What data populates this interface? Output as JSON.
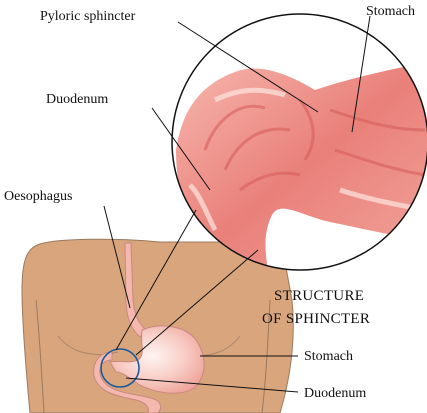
{
  "labels": {
    "pyloric_sphincter": "Pyloric sphincter",
    "stomach_zoom": "Stomach",
    "duodenum_zoom": "Duodenum",
    "oesophagus": "Oesophagus",
    "stomach_body": "Stomach",
    "duodenum_body": "Duodenum"
  },
  "caption": {
    "line1": "STRUCTURE",
    "line2": "OF SPHINCTER"
  },
  "colors": {
    "skin": "#d9a57d",
    "skin_outline": "#9a7a5e",
    "organ": "#f4b8ae",
    "organ_outline": "#c98880",
    "highlight": "#fbe7e3",
    "tissue": "#e97f7a",
    "tissue_dark": "#d55a58",
    "magnifier_ring": "#1c5b9e"
  }
}
